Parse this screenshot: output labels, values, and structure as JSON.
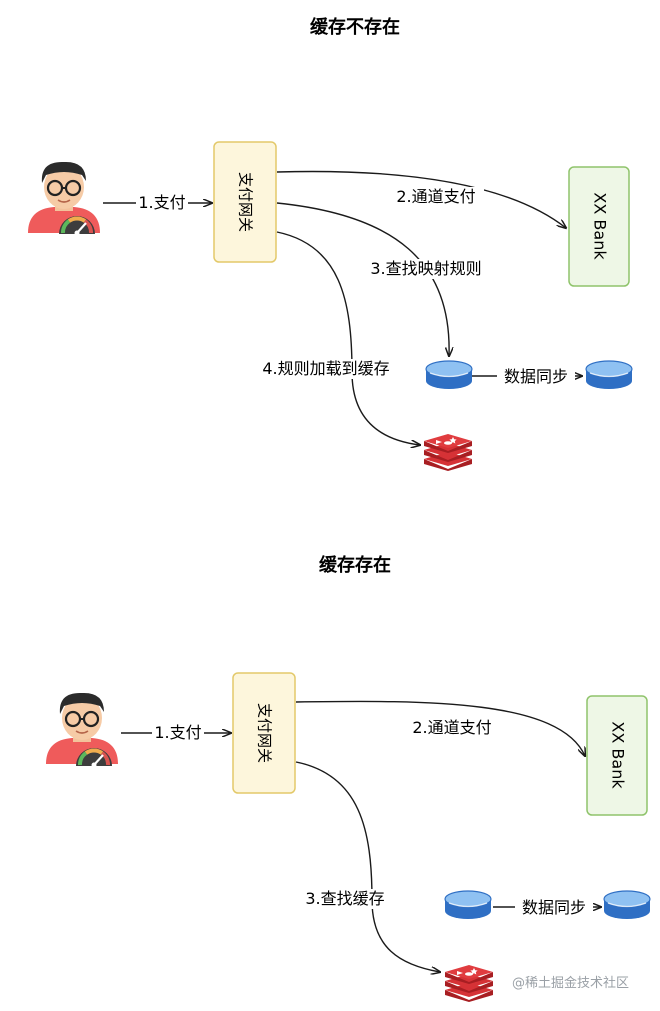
{
  "sections": [
    {
      "title": "缓存不存在",
      "gateway": "支付网关",
      "bank": "XX Bank",
      "steps": {
        "pay": "1.支付",
        "channel": "2.通道支付",
        "lookup": "3.查找映射规则",
        "load": "4.规则加载到缓存"
      },
      "sync": "数据同步"
    },
    {
      "title": "缓存存在",
      "gateway": "支付网关",
      "bank": "XX Bank",
      "steps": {
        "pay": "1.支付",
        "channel": "2.通道支付",
        "lookup": "3.查找缓存"
      },
      "sync": "数据同步"
    }
  ],
  "watermark": "@稀土掘金技术社区",
  "icons": [
    "user-avatar-icon",
    "speedometer-icon",
    "database-icon",
    "redis-icon"
  ],
  "colors": {
    "gateway_fill": "#fdf6dc",
    "gateway_stroke": "#e3c96a",
    "bank_fill": "#eef7e6",
    "bank_stroke": "#8fc46b",
    "db_blue": "#2f6fc4",
    "redis_red": "#c8282d"
  }
}
